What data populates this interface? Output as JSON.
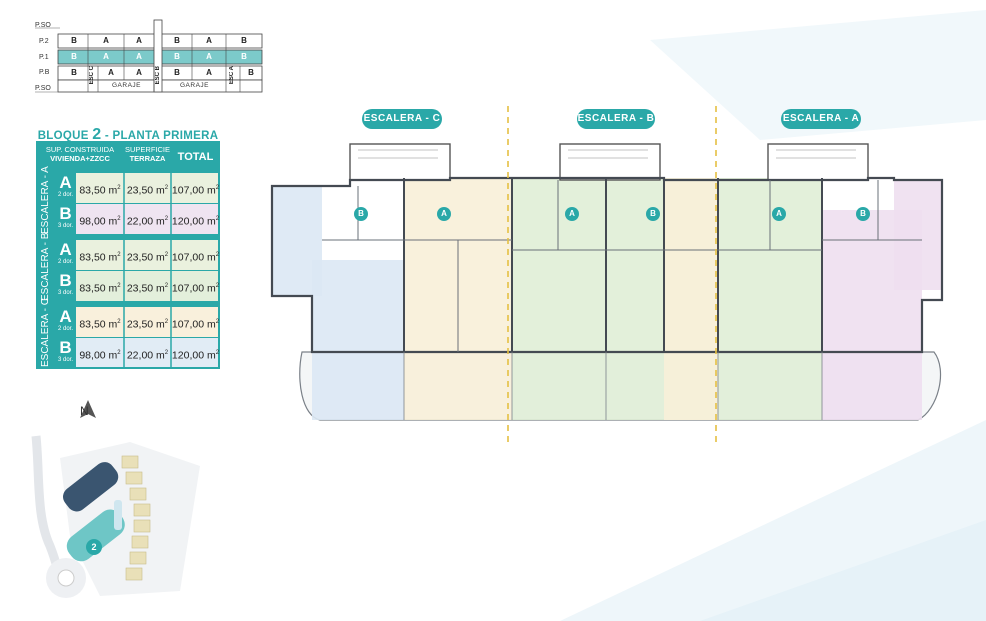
{
  "key_plan": {
    "floor_labels": [
      "P.SO",
      "P.2",
      "P.1",
      "P.B",
      "P.SO"
    ],
    "rows": [
      [
        "B",
        "A",
        "A",
        "B",
        "A",
        "B"
      ],
      [
        "B",
        "A",
        "A",
        "B",
        "A",
        "B"
      ],
      [
        "B",
        "A",
        "A",
        "B",
        "A",
        "B"
      ]
    ],
    "garage_label": "GARAJE",
    "esc_labels": [
      "ESC C",
      "ESC B",
      "ESC A"
    ]
  },
  "title": {
    "prefix": "BLOQUE",
    "number": "2",
    "suffix": "- PLANTA PRIMERA"
  },
  "table": {
    "headers": {
      "built": "SUP. CONSTRUIDA",
      "built_sub": "VIVIENDA+ZZCC",
      "terrace": "SUPERFICIE",
      "terrace_sub": "TERRAZA",
      "total": "TOTAL"
    },
    "unit": "m",
    "unit_exp": "2",
    "groups": [
      {
        "label": "ESCALERA - A",
        "rows": [
          {
            "type": "A",
            "dorms": "2 dor.",
            "built": "83,50",
            "terrace": "23,50",
            "total": "107,00",
            "color": "#eaf1de"
          },
          {
            "type": "B",
            "dorms": "3 dor.",
            "built": "98,00",
            "terrace": "22,00",
            "total": "120,00",
            "color": "#efe4f1"
          }
        ]
      },
      {
        "label": "ESCALERA - B",
        "rows": [
          {
            "type": "A",
            "dorms": "2 dor.",
            "built": "83,50",
            "terrace": "23,50",
            "total": "107,00",
            "color": "#eaf1de"
          },
          {
            "type": "B",
            "dorms": "3 dor.",
            "built": "83,50",
            "terrace": "23,50",
            "total": "107,00",
            "color": "#e3efdb"
          }
        ]
      },
      {
        "label": "ESCALERA - C",
        "rows": [
          {
            "type": "A",
            "dorms": "2 dor.",
            "built": "83,50",
            "terrace": "23,50",
            "total": "107,00",
            "color": "#f9f0dc"
          },
          {
            "type": "B",
            "dorms": "3 dor.",
            "built": "98,00",
            "terrace": "22,00",
            "total": "120,00",
            "color": "#e1ecf5"
          }
        ]
      }
    ]
  },
  "stairs": [
    "ESCALERA - C",
    "ESCALERA - B",
    "ESCALERA - A"
  ],
  "unit_badges": [
    "B",
    "A",
    "A",
    "B",
    "A",
    "B"
  ],
  "site_plan": {
    "north": "N",
    "block_number": "2"
  },
  "colors": {
    "accent": "#2aa8a8",
    "zone_blue": "#dbe8f4",
    "zone_yellow": "#f8efd8",
    "zone_green": "#e0eed6",
    "zone_purple": "#eedff0"
  }
}
